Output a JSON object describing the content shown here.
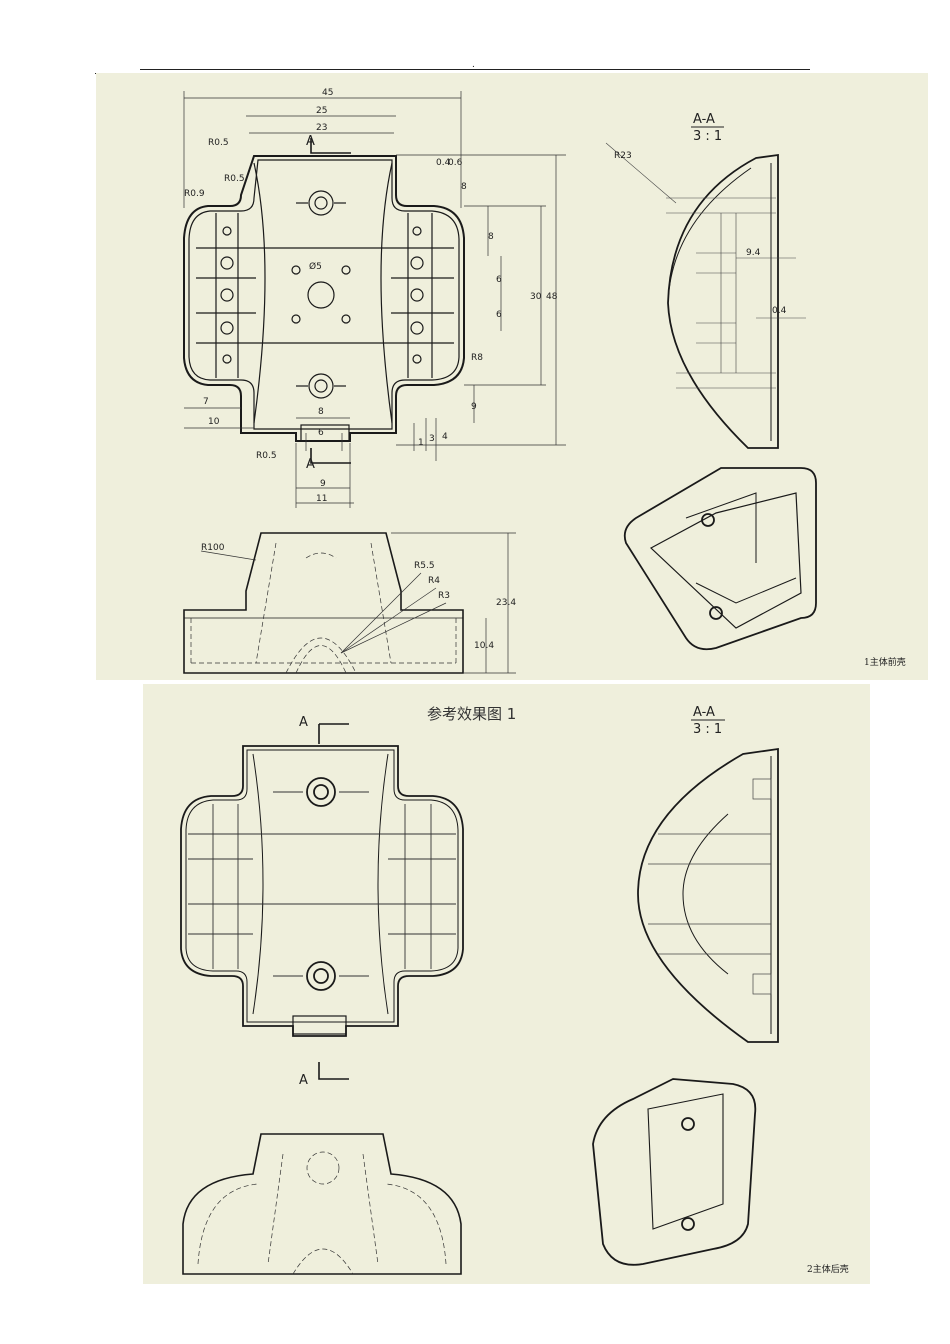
{
  "header_dot": ".",
  "drawing1": {
    "section_label": "A-A",
    "section_scale": "3 : 1",
    "caption": "1主体前壳",
    "cut_label": "A",
    "dims": {
      "d45": "45",
      "d25": "25",
      "d23": "23",
      "r05a": "R0.5",
      "r05b": "R0.5",
      "r09": "R0.9",
      "r05c": "R0.5",
      "d04": "0.4",
      "d06": "0.6",
      "d8a": "8",
      "d8b": "8",
      "dia5": "Ø5",
      "d6a": "6",
      "d6b": "6",
      "d30": "30",
      "d48": "48",
      "r8": "R8",
      "d7": "7",
      "d10": "10",
      "d8c": "8",
      "d6c": "6",
      "d9": "9",
      "d4": "4",
      "d3": "3",
      "d1": "1",
      "d9b": "9",
      "d11": "11",
      "r23": "R23",
      "d94": "9.4",
      "d04b": "0.4",
      "r100": "R100",
      "r55": "R5.5",
      "r4": "R4",
      "r3": "R3",
      "d234": "23.4",
      "d104": "10.4"
    }
  },
  "drawing2": {
    "reference_title": "参考效果图 1",
    "section_label": "A-A",
    "section_scale": "3 : 1",
    "cut_label": "A",
    "caption": "2主体后壳"
  }
}
